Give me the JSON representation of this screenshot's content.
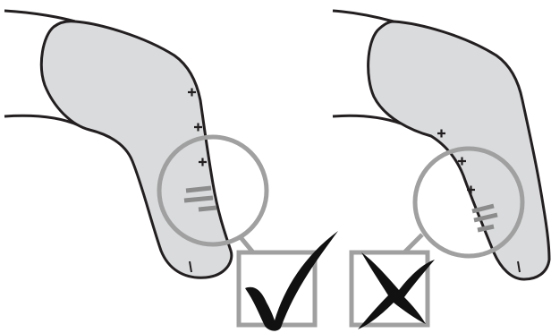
{
  "panels": [
    {
      "id": "left",
      "verdict": "correct",
      "verdict_icon": "checkmark-icon",
      "description_icons": [
        "cross-marks",
        "dash-marks",
        "magnifier-circle",
        "verdict-box"
      ]
    },
    {
      "id": "right",
      "verdict": "incorrect",
      "verdict_icon": "x-mark-icon",
      "description_icons": [
        "cross-marks",
        "dash-marks",
        "magnifier-circle",
        "verdict-box"
      ]
    }
  ],
  "colors": {
    "limb_fill": "#d9dbdd",
    "outline": "#231f20",
    "accent_gray": "#a0a0a0",
    "mark_gray": "#8c8c8c",
    "background": "#ffffff"
  }
}
